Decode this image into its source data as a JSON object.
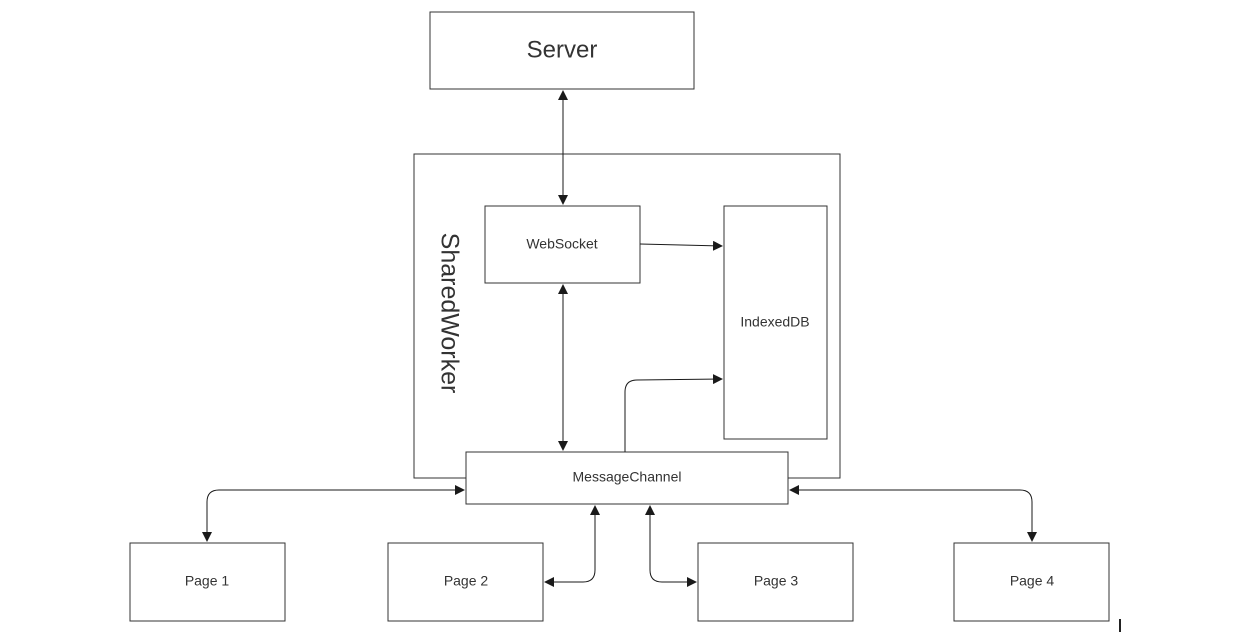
{
  "diagram": {
    "nodes": {
      "server": "Server",
      "shared_worker": "SharedWorker",
      "websocket": "WebSocket",
      "indexeddb": "IndexedDB",
      "message_channel": "MessageChannel",
      "page1": "Page 1",
      "page2": "Page 2",
      "page3": "Page 3",
      "page4": "Page 4"
    },
    "edges": [
      {
        "from": "Server",
        "to": "WebSocket",
        "direction": "both"
      },
      {
        "from": "WebSocket",
        "to": "IndexedDB",
        "direction": "forward"
      },
      {
        "from": "WebSocket",
        "to": "MessageChannel",
        "direction": "both"
      },
      {
        "from": "MessageChannel",
        "to": "IndexedDB",
        "direction": "forward"
      },
      {
        "from": "MessageChannel",
        "to": "Page 1",
        "direction": "both"
      },
      {
        "from": "MessageChannel",
        "to": "Page 2",
        "direction": "both"
      },
      {
        "from": "MessageChannel",
        "to": "Page 3",
        "direction": "both"
      },
      {
        "from": "MessageChannel",
        "to": "Page 4",
        "direction": "both"
      }
    ],
    "colors": {
      "stroke": "#333333",
      "text": "#333333",
      "background": "#ffffff"
    }
  }
}
